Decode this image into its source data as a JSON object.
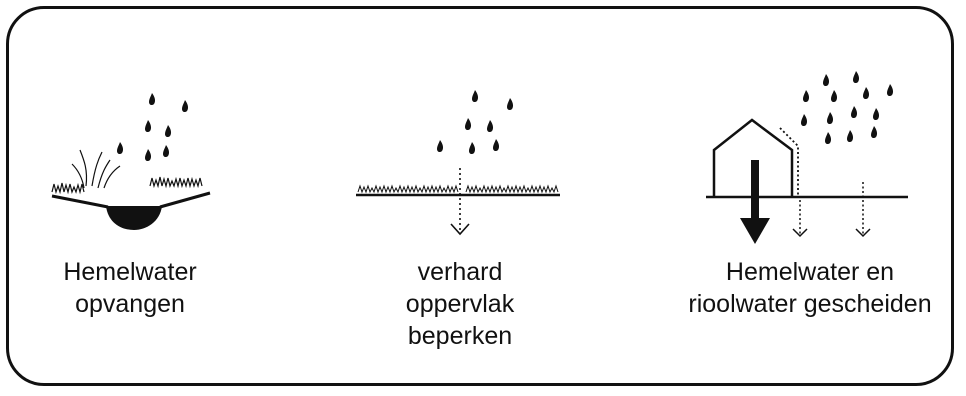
{
  "panels": [
    {
      "id": "rainwater-capture",
      "caption": [
        "Hemelwater",
        "opvangen"
      ]
    },
    {
      "id": "limit-paved-surface",
      "caption": [
        "verhard",
        "oppervlak",
        "beperken"
      ]
    },
    {
      "id": "separate-water",
      "caption": [
        "Hemelwater en",
        "rioolwater gescheiden"
      ]
    }
  ],
  "colors": {
    "ink": "#111111",
    "background": "#ffffff"
  }
}
